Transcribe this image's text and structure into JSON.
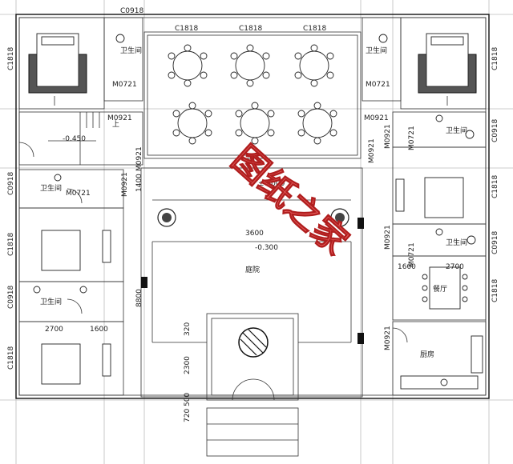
{
  "windows": {
    "top_center": "C0918",
    "top_row": [
      "C1818",
      "C1818",
      "C1818"
    ],
    "left_side": [
      "C1818",
      "C0918",
      "C1818",
      "C0918",
      "C1818"
    ],
    "right_side": [
      "C1818",
      "C0918",
      "C1818",
      "C0918",
      "C1818"
    ]
  },
  "doors": {
    "left_upper": "M0721",
    "left_mid": "M0721",
    "right_upper": "M0721",
    "right_mid": "M0721",
    "right_lower": "M0721",
    "corridor_left": "M0921",
    "corridor_right": "M0921",
    "hall_left": "M0921",
    "hall_right": "M0921",
    "wing_left": "M0921",
    "wing_right_upper": "M0921",
    "wing_right_mid": "M0921",
    "wing_right_lower": "M0921"
  },
  "rooms": {
    "bathroom": "卫生间",
    "courtyard": "庭院",
    "dining": "餐厅",
    "kitchen": "厨房"
  },
  "levels": {
    "corridor": "-0.450",
    "hall_floor": "±0.000",
    "courtyard": "-0.300"
  },
  "dimensions": {
    "d1400": "1400",
    "d8800": "8800",
    "d2700_left": "2700",
    "d1600_left": "1600",
    "d1600_right": "1600",
    "d2700_right": "2700",
    "d3600": "3600",
    "d320": "320",
    "d2300": "2300",
    "d500": "500",
    "d720": "720"
  },
  "stair_label": "上",
  "watermark": "图纸之家"
}
